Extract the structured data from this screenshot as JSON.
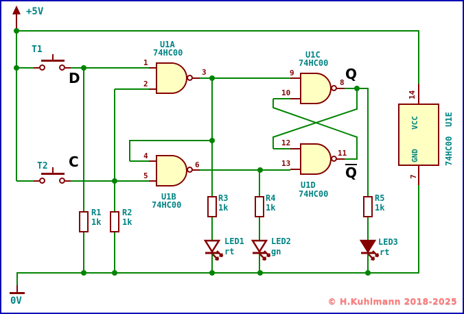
{
  "power": {
    "vcc": "+5V",
    "gnd": "0V"
  },
  "signals": {
    "d": "D",
    "c": "C",
    "q": "Q",
    "qbar": "Q"
  },
  "switches": [
    {
      "ref": "T1"
    },
    {
      "ref": "T2"
    }
  ],
  "gates": [
    {
      "ref": "U1A",
      "part": "74HC00",
      "in1": "1",
      "in2": "2",
      "out": "3"
    },
    {
      "ref": "U1B",
      "part": "74HC00",
      "in1": "4",
      "in2": "5",
      "out": "6"
    },
    {
      "ref": "U1C",
      "part": "74HC00",
      "in1": "9",
      "in2": "10",
      "out": "8"
    },
    {
      "ref": "U1D",
      "part": "74HC00",
      "in1": "12",
      "in2": "13",
      "out": "11"
    }
  ],
  "power_unit": {
    "ref": "U1E",
    "part": "74HC00",
    "pin_vcc": "14",
    "pin_gnd": "7",
    "vcc_name": "VCC",
    "gnd_name": "GND"
  },
  "resistors": [
    {
      "ref": "R1",
      "value": "1k"
    },
    {
      "ref": "R2",
      "value": "1k"
    },
    {
      "ref": "R3",
      "value": "1k"
    },
    {
      "ref": "R4",
      "value": "1k"
    },
    {
      "ref": "R5",
      "value": "1k"
    }
  ],
  "leds": [
    {
      "ref": "LED1",
      "color_code": "rt"
    },
    {
      "ref": "LED2",
      "color_code": "gn"
    },
    {
      "ref": "LED3",
      "color_code": "rt"
    }
  ],
  "footer": {
    "copyright": "© H.Kuhlmann 2018-2025"
  },
  "colors": {
    "wire": "#008400",
    "component": "#840000",
    "field_text": "#008484",
    "gate_fill": "#ffffc2",
    "frame": "#0000b4",
    "copyright": "#ff7b7b"
  }
}
